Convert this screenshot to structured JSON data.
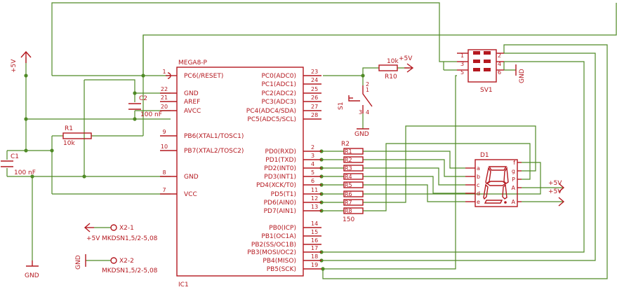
{
  "ic": {
    "name": "IC1",
    "value": "MEGA8-P",
    "left_pins": [
      {
        "num": "1",
        "label": "PC6(/RESET)"
      },
      {
        "num": "22",
        "label": "GND"
      },
      {
        "num": "21",
        "label": "AREF"
      },
      {
        "num": "20",
        "label": "AVCC"
      },
      {
        "num": "9",
        "label": "PB6(XTAL1/TOSC1)"
      },
      {
        "num": "10",
        "label": "PB7(XTAL2/TOSC2)"
      },
      {
        "num": "8",
        "label": "GND"
      },
      {
        "num": "7",
        "label": "VCC"
      }
    ],
    "right_pins": [
      {
        "num": "23",
        "label": "PC0(ADC0)"
      },
      {
        "num": "24",
        "label": "PC1(ADC1)"
      },
      {
        "num": "25",
        "label": "PC2(ADC2)"
      },
      {
        "num": "26",
        "label": "PC3(ADC3)"
      },
      {
        "num": "27",
        "label": "PC4(ADC4/SDA)"
      },
      {
        "num": "28",
        "label": "PC5(ADC5/SCL)"
      },
      {
        "num": "2",
        "label": "PD0(RXD)"
      },
      {
        "num": "3",
        "label": "PD1(TXD)"
      },
      {
        "num": "4",
        "label": "PD2(INT0)"
      },
      {
        "num": "5",
        "label": "PD3(INT1)"
      },
      {
        "num": "6",
        "label": "PD4(XCK/T0)"
      },
      {
        "num": "11",
        "label": "PD5(T1)"
      },
      {
        "num": "12",
        "label": "PD6(AIN0)"
      },
      {
        "num": "13",
        "label": "PD7(AIN1)"
      },
      {
        "num": "14",
        "label": "PB0(ICP)"
      },
      {
        "num": "15",
        "label": "PB1(OC1A)"
      },
      {
        "num": "16",
        "label": "PB2(SS/OC1B)"
      },
      {
        "num": "17",
        "label": "PB3(MOSI/OC2)"
      },
      {
        "num": "18",
        "label": "PB4(MISO)"
      },
      {
        "num": "19",
        "label": "PB5(SCK)"
      }
    ]
  },
  "power": {
    "vcc": "+5V",
    "gnd": "GND"
  },
  "c1": {
    "name": "C1",
    "value": "100 nF"
  },
  "c2": {
    "name": "C2",
    "value": "100 nF"
  },
  "r1": {
    "name": "R1",
    "value": "10k"
  },
  "r10": {
    "name": "R10",
    "value": "10k"
  },
  "r2": {
    "name": "R2",
    "value": "150",
    "pins": [
      "1",
      "2",
      "3",
      "4",
      "5",
      "6",
      "7",
      "8"
    ]
  },
  "s1": {
    "name": "S1",
    "pins": [
      "1",
      "2",
      "3",
      "4"
    ]
  },
  "sv1": {
    "name": "SV1",
    "pins": [
      "1",
      "2",
      "3",
      "4",
      "5",
      "6"
    ]
  },
  "d1": {
    "name": "D1",
    "left": [
      "a",
      "b",
      "c",
      "d",
      "e"
    ],
    "right": [
      "f",
      "g",
      "P",
      "A",
      "A"
    ]
  },
  "x21": {
    "name": "X2-1",
    "value": "MKDSN1,5/2-5,08",
    "supply": "+5V"
  },
  "x22": {
    "name": "X2-2",
    "value": "MKDSN1,5/2-5,08",
    "supply": "GND"
  }
}
